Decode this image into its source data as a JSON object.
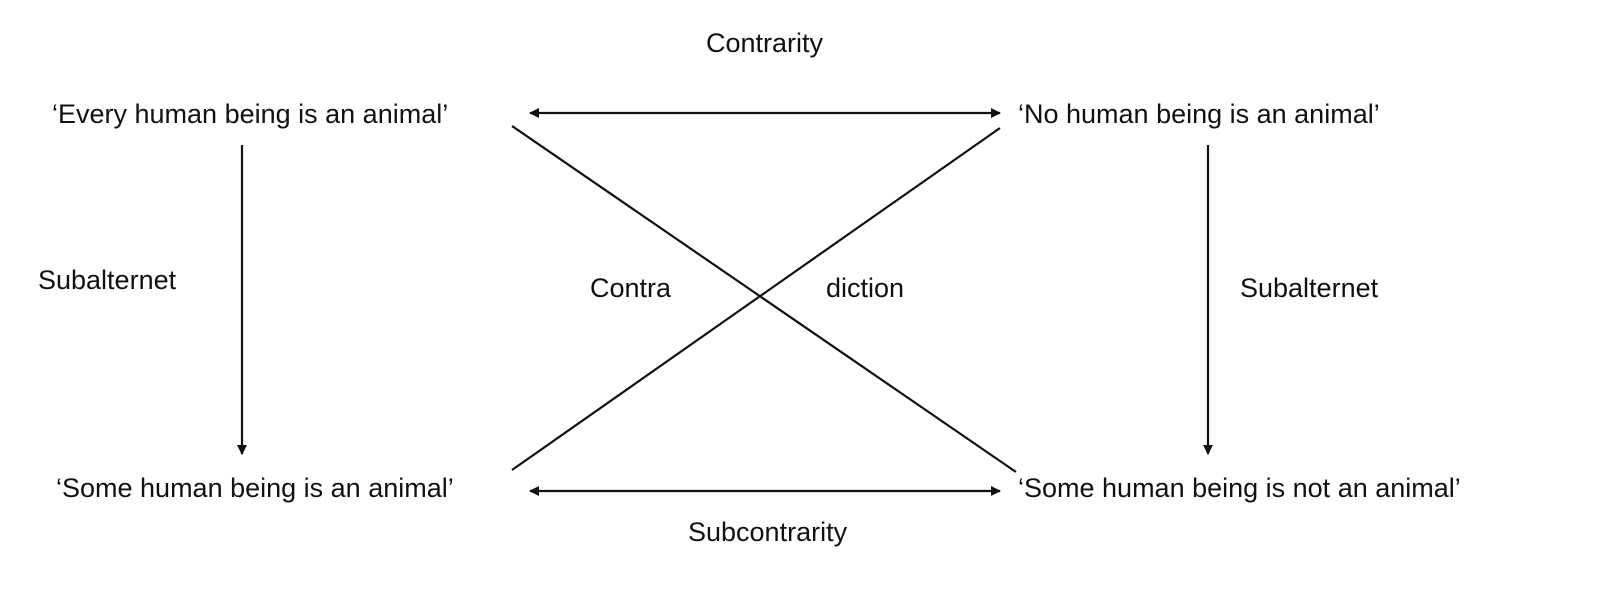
{
  "diagram": {
    "relations": {
      "contrarity": "Contrarity",
      "subcontrarity": "Subcontrarity",
      "subalternet_left": "Subalternet",
      "subalternet_right": "Subalternet",
      "contradiction_part1": "Contra",
      "contradiction_part2": "diction"
    },
    "propositions": {
      "universal_affirmative": "‘Every human being is an animal’",
      "universal_negative": "‘No human being is an animal’",
      "particular_affirmative": "‘Some human being is an animal’",
      "particular_negative": "‘Some human being is not an animal’"
    }
  }
}
